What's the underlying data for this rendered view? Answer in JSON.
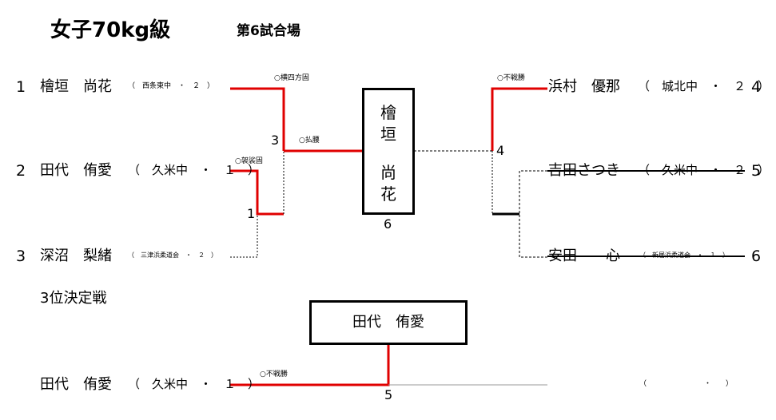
{
  "header": {
    "title": "女子70kg級",
    "court": "第6試合場"
  },
  "players": [
    {
      "seed": "1",
      "name": "檜垣　尚花",
      "school": "（　西条東中　・　２　）"
    },
    {
      "seed": "2",
      "name": "田代　侑愛",
      "school": "（　久米中　・　１　）"
    },
    {
      "seed": "3",
      "name": "深沼　梨緒",
      "school": "（　三津浜柔道会　・　２　）"
    },
    {
      "seed": "4",
      "name": "浜村　優那",
      "school": "（　城北中　・　２　）"
    },
    {
      "seed": "5",
      "name": "吉田さつき",
      "school": "（　久米中　・　２　）"
    },
    {
      "seed": "6",
      "name": "安田　　心",
      "school": "（　新居浜柔道会　・　１　）"
    }
  ],
  "techniques": {
    "t1": "○横四方固",
    "t2": "○払腰",
    "t3": "○袈裟固",
    "t4": "○不戦勝",
    "t5": "○不戦勝"
  },
  "matches": {
    "m1": "1",
    "m3": "3",
    "m4": "4",
    "m5": "5",
    "m6": "6"
  },
  "champion": {
    "line1": "檜",
    "line2": "垣",
    "line3": "尚",
    "line4": "花"
  },
  "third_place": {
    "title": "3位決定戦",
    "winner": "田代　侑愛",
    "player_name": "田代　侑愛",
    "player_school": "（　久米中　・　１　）",
    "opponent_school": "（　　　　　　　　・　　）"
  }
}
